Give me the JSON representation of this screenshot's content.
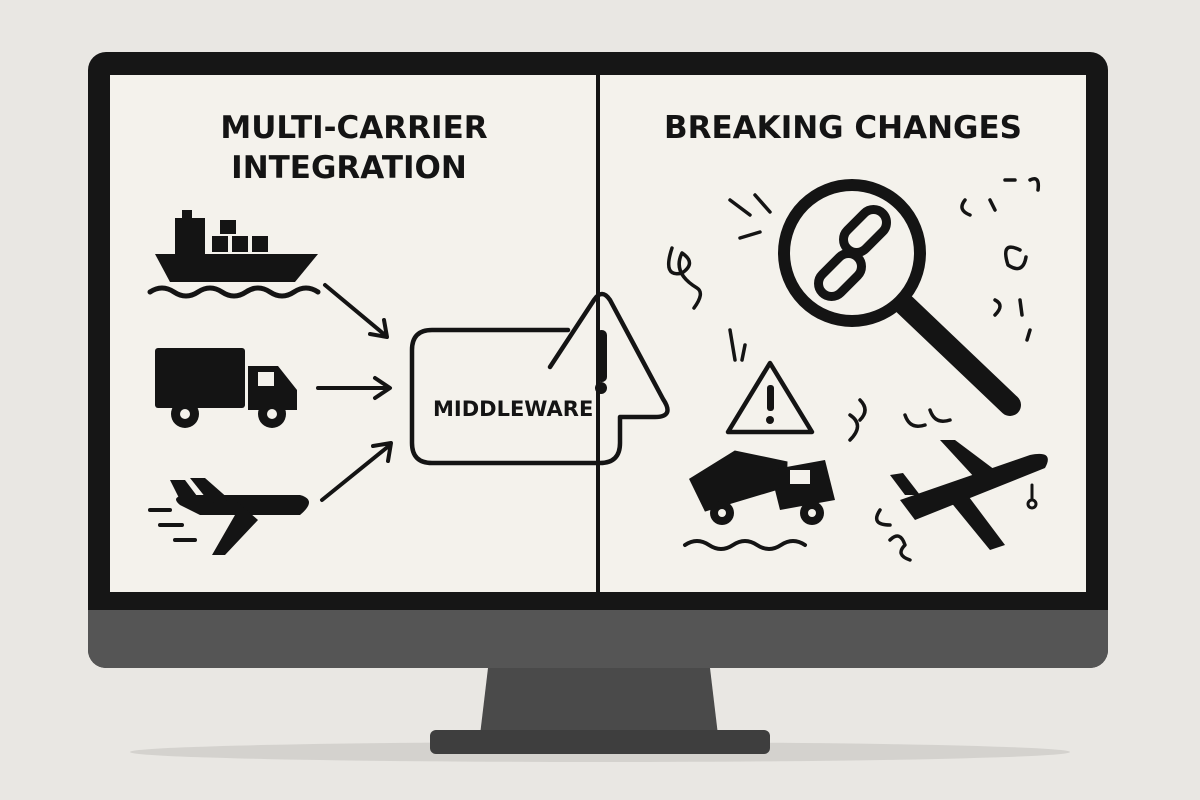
{
  "left_panel": {
    "title_line1": "MULTI-CARRIER",
    "title_line2": "INTEGRATION",
    "middleware_label": "MIDDLEWARE",
    "icons": [
      "cargo-ship-icon",
      "delivery-truck-icon",
      "airplane-icon",
      "warning-triangle-icon"
    ]
  },
  "right_panel": {
    "title": "BREAKING CHANGES",
    "icons": [
      "magnifier-broken-link-icon",
      "warning-triangle-icon",
      "crashed-truck-icon",
      "falling-airplane-icon"
    ]
  },
  "colors": {
    "background": "#e9e7e3",
    "bezel": "#161616",
    "screen": "#f4f2ec",
    "chin": "#545454",
    "ink": "#141414"
  }
}
